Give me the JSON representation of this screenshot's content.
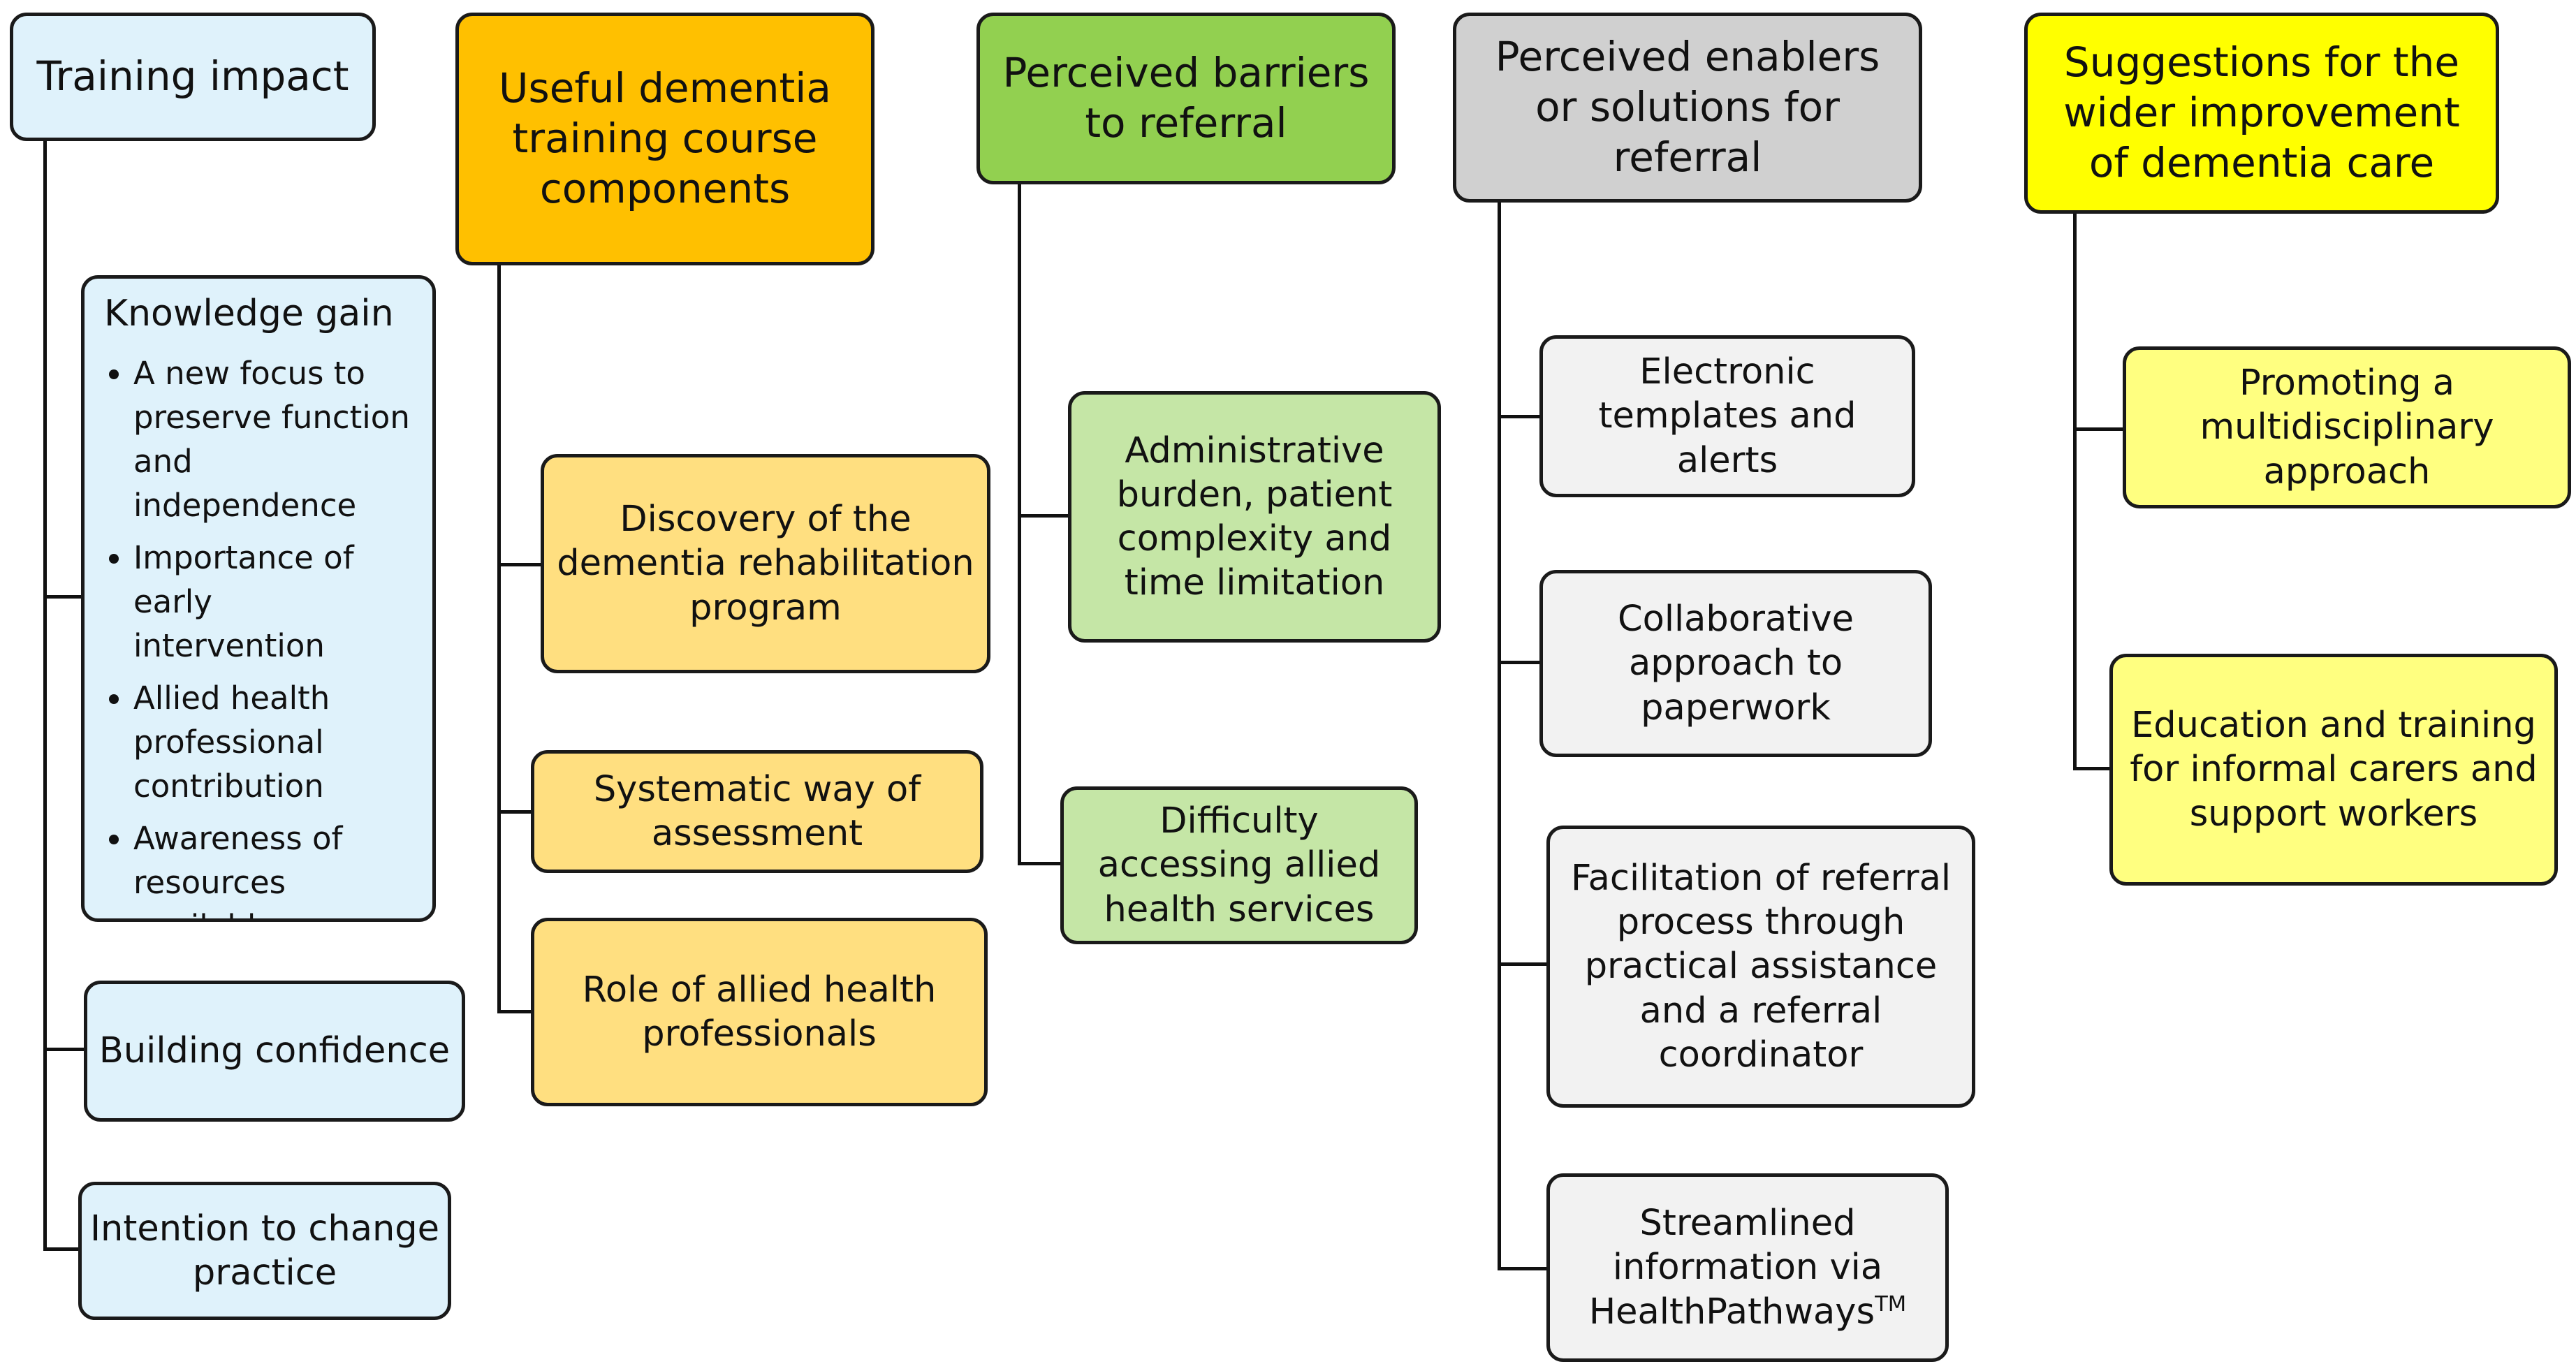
{
  "columns": [
    {
      "title": "Training impact",
      "color": "#dff2fb",
      "children": [
        {
          "title": "Knowledge gain",
          "bullets": [
            "A new focus to preserve function and independence",
            "Importance of early intervention",
            "Allied health professional contribution",
            "Awareness of resources available"
          ]
        },
        {
          "label": "Building confidence"
        },
        {
          "label": "Intention to change practice"
        }
      ]
    },
    {
      "title": "Useful dementia training course components",
      "color": "#ffc000",
      "child_color": "#ffdf80",
      "children": [
        {
          "label": "Discovery of the dementia rehabilitation program"
        },
        {
          "label": "Systematic way of assessment"
        },
        {
          "label": "Role of allied health professionals"
        }
      ]
    },
    {
      "title": "Perceived barriers to referral",
      "color": "#92d050",
      "child_color": "#c5e6a6",
      "children": [
        {
          "label": "Administrative burden, patient complexity and time limitation"
        },
        {
          "label": "Difficulty accessing allied health services"
        }
      ]
    },
    {
      "title": "Perceived enablers or solutions for referral",
      "color": "#d0d0d0",
      "child_color": "#f2f2f2",
      "children": [
        {
          "label": "Electronic templates and alerts"
        },
        {
          "label": "Collaborative approach to paperwork"
        },
        {
          "label": "Facilitation of referral process through practical assistance and a referral coordinator"
        },
        {
          "label": "Streamlined information via HealthPathways",
          "superscript": "TM"
        }
      ]
    },
    {
      "title": "Suggestions for the wider improvement of dementia care",
      "color": "#ffff00",
      "child_color": "#ffff80",
      "children": [
        {
          "label": "Promoting a multidisciplinary approach"
        },
        {
          "label": "Education and training for informal carers and support workers"
        }
      ]
    }
  ]
}
